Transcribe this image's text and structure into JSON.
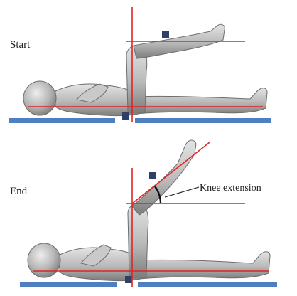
{
  "panels": {
    "start": {
      "label": "Start"
    },
    "end": {
      "label": "End",
      "annotation": "Knee extension"
    }
  },
  "colors": {
    "mat": "#4f7fc0",
    "reference_line": "#e02424",
    "figure_fill": "#b8b8b8",
    "figure_shade": "#8a8a8a",
    "strap": "#2f3f66"
  }
}
